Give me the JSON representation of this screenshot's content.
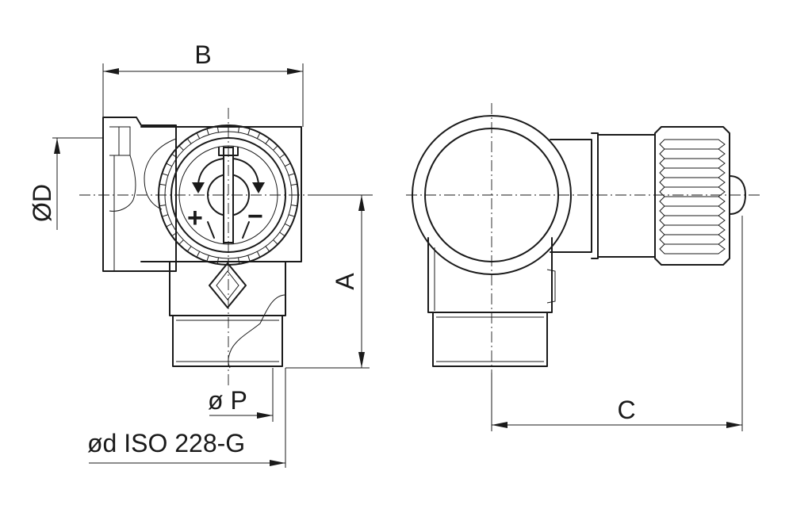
{
  "dimensions": {
    "b": "B",
    "d": "ØD",
    "a": "A",
    "c": "C",
    "p": "ø P",
    "iso": "ød ISO 228-G"
  },
  "symbols": {
    "plus": "+",
    "minus": "−"
  },
  "colors": {
    "line": "#1a1a1a",
    "background": "#ffffff"
  }
}
